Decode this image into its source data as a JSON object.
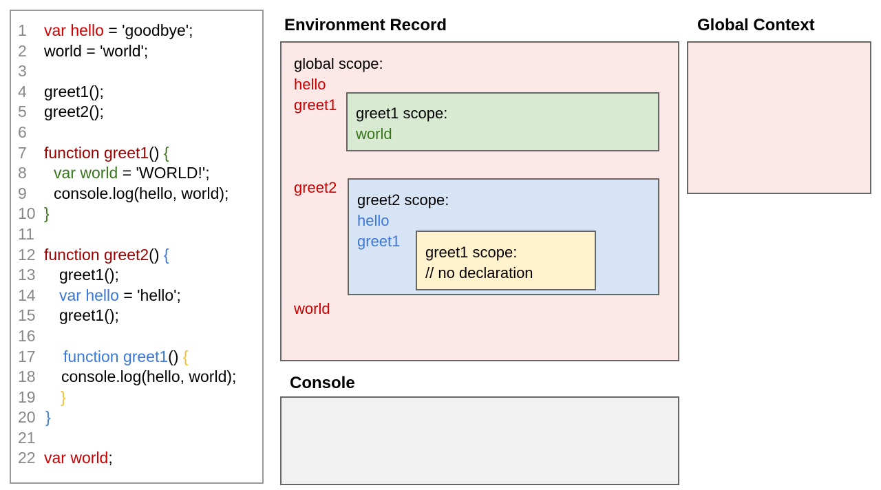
{
  "colors": {
    "red": "#cc0000",
    "darkred": "#990000",
    "green": "#38761d",
    "blue": "#3c78d8",
    "yellow": "#f1c232",
    "ink": "#000000",
    "line_number": "#888888",
    "pink_fill": "#fce8e6",
    "green_fill": "#d9ead3",
    "blue_fill": "#d7e4f5",
    "yellow_fill": "#fff2cc",
    "console_fill": "#f1f1f1",
    "box_border": "#666666",
    "code_border": "#999999"
  },
  "code_panel": {
    "lines": [
      {
        "n": "1",
        "ind": 0,
        "segs": [
          {
            "t": "var hello",
            "c": "red"
          },
          {
            "t": " = 'goodbye';",
            "c": "ink"
          }
        ]
      },
      {
        "n": "2",
        "ind": 0,
        "segs": [
          {
            "t": "world = 'world';",
            "c": "ink"
          }
        ]
      },
      {
        "n": "3",
        "ind": 0,
        "segs": []
      },
      {
        "n": "4",
        "ind": 0,
        "segs": [
          {
            "t": "greet1();",
            "c": "ink"
          }
        ]
      },
      {
        "n": "5",
        "ind": 0,
        "segs": [
          {
            "t": "greet2();",
            "c": "ink"
          }
        ]
      },
      {
        "n": "6",
        "ind": 0,
        "segs": []
      },
      {
        "n": "7",
        "ind": 0,
        "segs": [
          {
            "t": "function greet1",
            "c": "darkred"
          },
          {
            "t": "() ",
            "c": "ink"
          },
          {
            "t": "{",
            "c": "green"
          }
        ]
      },
      {
        "n": "8",
        "ind": 14,
        "segs": [
          {
            "t": "var world",
            "c": "green"
          },
          {
            "t": " = 'WORLD!';",
            "c": "ink"
          }
        ]
      },
      {
        "n": "9",
        "ind": 14,
        "segs": [
          {
            "t": "console.log(hello, world);",
            "c": "ink"
          }
        ]
      },
      {
        "n": "10",
        "ind": 0,
        "segs": [
          {
            "t": "}",
            "c": "green"
          }
        ]
      },
      {
        "n": "11",
        "ind": 0,
        "segs": []
      },
      {
        "n": "12",
        "ind": 0,
        "segs": [
          {
            "t": "function greet2",
            "c": "darkred"
          },
          {
            "t": "() ",
            "c": "ink"
          },
          {
            "t": "{",
            "c": "blue"
          }
        ]
      },
      {
        "n": "13",
        "ind": 22,
        "segs": [
          {
            "t": "greet1();",
            "c": "ink"
          }
        ]
      },
      {
        "n": "14",
        "ind": 22,
        "segs": [
          {
            "t": "var hello",
            "c": "blue"
          },
          {
            "t": " = 'hello';",
            "c": "ink"
          }
        ]
      },
      {
        "n": "15",
        "ind": 22,
        "segs": [
          {
            "t": "greet1();",
            "c": "ink"
          }
        ]
      },
      {
        "n": "16",
        "ind": 0,
        "segs": []
      },
      {
        "n": "17",
        "ind": 28,
        "segs": [
          {
            "t": "function greet1",
            "c": "blue"
          },
          {
            "t": "() ",
            "c": "ink"
          },
          {
            "t": "{",
            "c": "yellow"
          }
        ]
      },
      {
        "n": "18",
        "ind": 25,
        "segs": [
          {
            "t": "console.log(hello, world);",
            "c": "ink"
          }
        ]
      },
      {
        "n": "19",
        "ind": 24,
        "segs": [
          {
            "t": "}",
            "c": "yellow"
          }
        ]
      },
      {
        "n": "20",
        "ind": 2,
        "segs": [
          {
            "t": "}",
            "c": "blue"
          }
        ]
      },
      {
        "n": "21",
        "ind": 0,
        "segs": []
      },
      {
        "n": "22",
        "ind": 0,
        "segs": [
          {
            "t": "var world",
            "c": "red"
          },
          {
            "t": ";",
            "c": "ink"
          }
        ]
      }
    ]
  },
  "environment_record": {
    "title": "Environment Record",
    "global_scope": {
      "label": "global scope:",
      "entries": [
        "hello",
        "greet1",
        "greet2",
        "world"
      ],
      "greet1_scope": {
        "label": "greet1 scope:",
        "entries": [
          "world"
        ]
      },
      "greet2_scope": {
        "label": "greet2 scope:",
        "entries": [
          "hello",
          "greet1"
        ],
        "greet1_scope": {
          "label": "greet1 scope:",
          "comment": "// no declaration"
        }
      }
    }
  },
  "global_context": {
    "title": "Global Context"
  },
  "console_panel": {
    "title": "Console"
  }
}
